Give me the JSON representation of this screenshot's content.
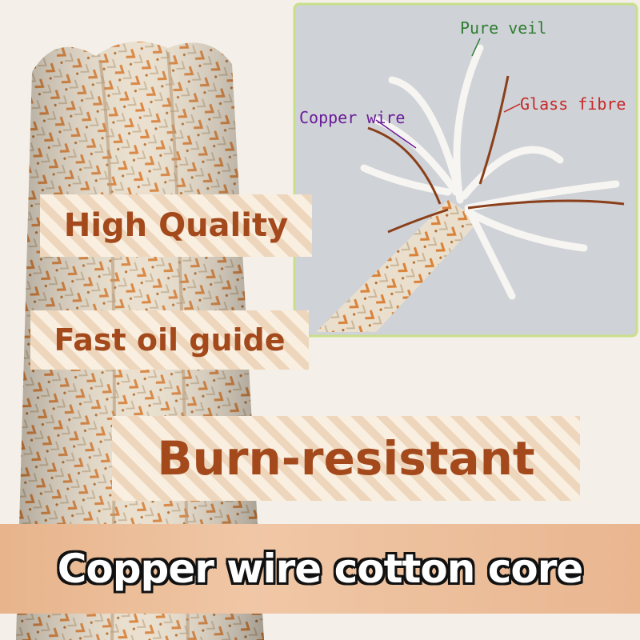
{
  "inset": {
    "labels": {
      "pure_veil": "Pure veil",
      "glass_fibre": "Glass fibre",
      "copper_wire": "Copper wire"
    }
  },
  "banners": {
    "high_quality": "High Quality",
    "fast_oil_guide": "Fast oil guide",
    "burn_resistant": "Burn-resistant",
    "copper_wire_cotton_core": "Copper wire cotton core"
  },
  "colors": {
    "banner_text": "#a3491c",
    "pure_veil_label": "#2e7d32",
    "glass_fibre_label": "#c62828",
    "copper_wire_label": "#6a1b9a",
    "inset_border": "#c8e08a"
  }
}
